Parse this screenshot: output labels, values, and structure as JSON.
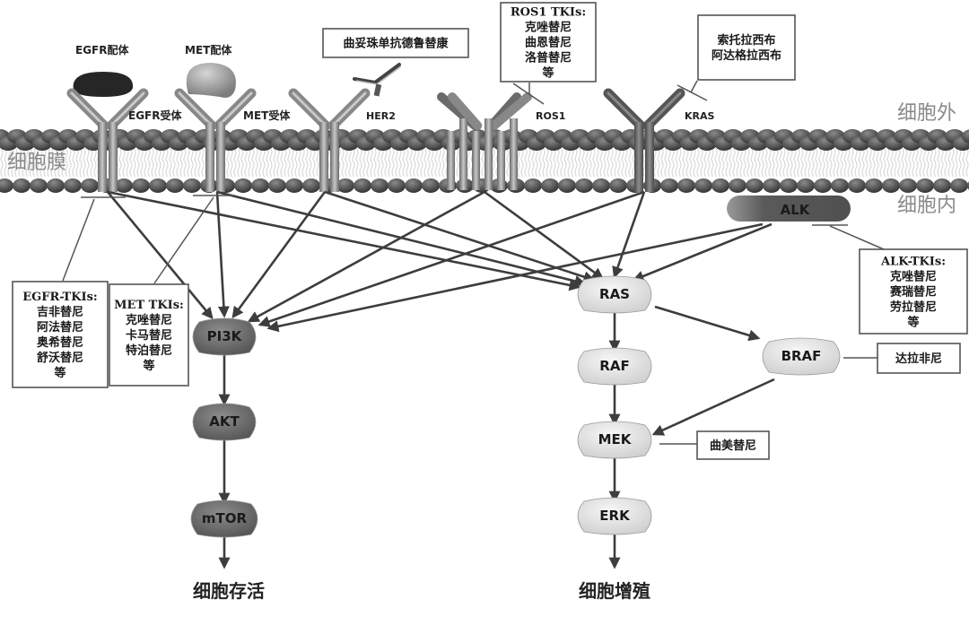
{
  "zones": {
    "extracellular": "细胞外",
    "membrane": "细胞膜",
    "intracellular": "细胞内"
  },
  "ligands": [
    {
      "id": "egfr-ligand",
      "label": "EGFR配体",
      "color": "#2a2a2a"
    },
    {
      "id": "met-ligand",
      "label": "MET配体",
      "color": "#9a9a9a"
    }
  ],
  "receptors": [
    {
      "id": "egfr",
      "label": "EGFR受体"
    },
    {
      "id": "met",
      "label": "MET受体"
    },
    {
      "id": "her2",
      "label": "HER2"
    },
    {
      "id": "ros1",
      "label": "ROS1"
    },
    {
      "id": "kras",
      "label": "KRAS"
    },
    {
      "id": "alk",
      "label": "ALK"
    }
  ],
  "drug_boxes": [
    {
      "id": "her2-drug",
      "lines": [
        "曲妥珠单抗德鲁替康"
      ]
    },
    {
      "id": "ros1-tkis",
      "header": "ROS1 TKIs:",
      "lines": [
        "克唑替尼",
        "曲恩替尼",
        "洛普替尼",
        "等"
      ]
    },
    {
      "id": "kras-drugs",
      "lines": [
        "索托拉西布",
        "阿达格拉西布"
      ]
    },
    {
      "id": "egfr-tkis",
      "header": "EGFR-TKIs:",
      "lines": [
        "吉非替尼",
        "阿法替尼",
        "奥希替尼",
        "舒沃替尼",
        "等"
      ]
    },
    {
      "id": "met-tkis",
      "header": "MET TKIs:",
      "lines": [
        "克唑替尼",
        "卡马替尼",
        "特泊替尼",
        "等"
      ]
    },
    {
      "id": "alk-tkis",
      "header": "ALK-TKIs:",
      "lines": [
        "克唑替尼",
        "赛瑞替尼",
        "劳拉替尼",
        "等"
      ]
    },
    {
      "id": "braf-drug",
      "lines": [
        "达拉非尼"
      ]
    },
    {
      "id": "mek-drug",
      "lines": [
        "曲美替尼"
      ]
    }
  ],
  "pathways": {
    "pi3k": {
      "nodes": [
        "PI3K",
        "AKT",
        "mTOR"
      ],
      "outcome": "细胞存活",
      "color": "#6f6f6f"
    },
    "mapk": {
      "nodes": [
        "RAS",
        "RAF",
        "MEK",
        "ERK"
      ],
      "branch": "BRAF",
      "outcome": "细胞增殖",
      "color": "#e4e4e4"
    }
  },
  "edges": [
    {
      "from": "EGFR受体",
      "to": "PI3K"
    },
    {
      "from": "EGFR受体",
      "to": "RAS"
    },
    {
      "from": "MET受体",
      "to": "PI3K"
    },
    {
      "from": "MET受体",
      "to": "RAS"
    },
    {
      "from": "HER2",
      "to": "PI3K"
    },
    {
      "from": "HER2",
      "to": "RAS"
    },
    {
      "from": "ROS1",
      "to": "PI3K"
    },
    {
      "from": "ROS1",
      "to": "RAS"
    },
    {
      "from": "KRAS",
      "to": "PI3K"
    },
    {
      "from": "KRAS",
      "to": "RAS"
    },
    {
      "from": "ALK",
      "to": "PI3K"
    },
    {
      "from": "ALK",
      "to": "RAS"
    },
    {
      "from": "PI3K",
      "to": "AKT"
    },
    {
      "from": "AKT",
      "to": "mTOR"
    },
    {
      "from": "mTOR",
      "to": "细胞存活"
    },
    {
      "from": "RAS",
      "to": "RAF"
    },
    {
      "from": "RAS",
      "to": "BRAF"
    },
    {
      "from": "RAF",
      "to": "MEK"
    },
    {
      "from": "BRAF",
      "to": "MEK"
    },
    {
      "from": "MEK",
      "to": "ERK"
    },
    {
      "from": "ERK",
      "to": "细胞增殖"
    }
  ]
}
